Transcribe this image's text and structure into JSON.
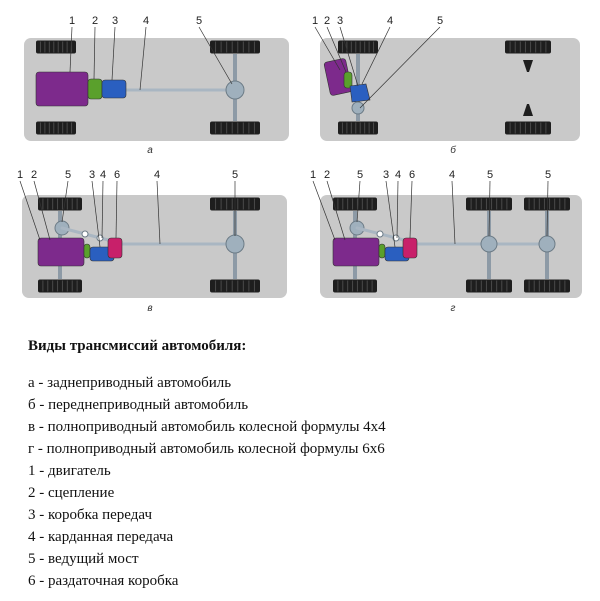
{
  "diagrams": [
    {
      "id": "a",
      "caption": "а",
      "callouts": [
        "1",
        "2",
        "3",
        "4",
        "5"
      ]
    },
    {
      "id": "b",
      "caption": "б",
      "callouts": [
        "1",
        "2",
        "3",
        "4",
        "5"
      ]
    },
    {
      "id": "v",
      "caption": "в",
      "callouts": [
        "1",
        "2",
        "5",
        "3",
        "4",
        "6",
        "4",
        "5"
      ]
    },
    {
      "id": "g",
      "caption": "г",
      "callouts": [
        "1",
        "2",
        "5",
        "3",
        "4",
        "6",
        "4",
        "5",
        "5"
      ]
    }
  ],
  "legend": {
    "title": "Виды трансмиссий автомобиля:",
    "items": [
      "а - заднеприводный автомобиль",
      "б - переднеприводный автомобиль",
      "в - полноприводный автомобиль колесной формулы 4х4",
      "г - полноприводный автомобиль колесной формулы 6х6",
      "1 - двигатель",
      "2 - сцепление",
      "3 - коробка передач",
      "4 - карданная передача",
      "5 - ведущий мост",
      "6 - раздаточная коробка"
    ]
  },
  "colors": {
    "panel": "#c9c9c9",
    "tire": "#1e1e1e",
    "engine": "#7d2a8c",
    "clutch": "#5aa02c",
    "gearbox": "#2a5fc0",
    "transfer": "#c8206a",
    "shaft": "#a9b6c2",
    "axle": "#8d9aa6"
  }
}
